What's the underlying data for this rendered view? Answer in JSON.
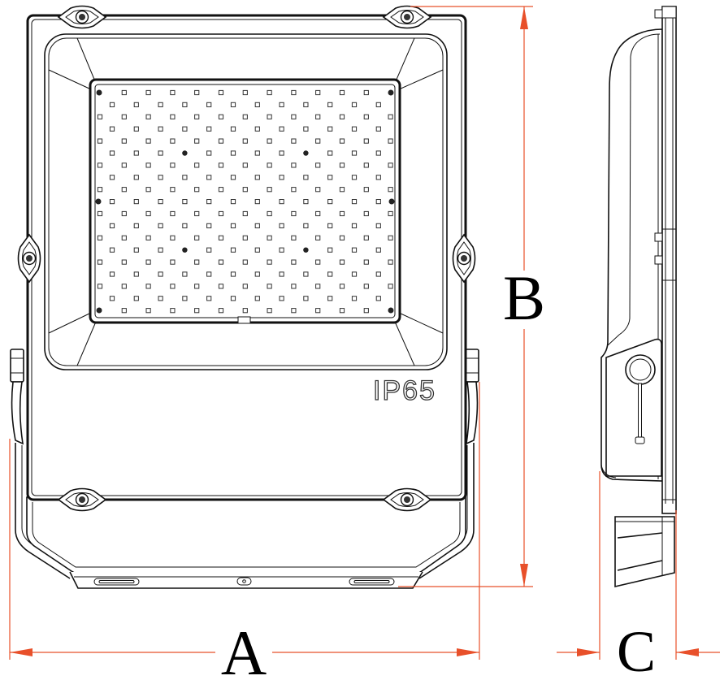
{
  "diagram": {
    "ip_rating": "IP65",
    "dimensions": {
      "width_label": "A",
      "height_label": "B",
      "depth_label": "C"
    }
  },
  "colors": {
    "dimension_line": "#e8502a",
    "outline": "#111111",
    "background": "#ffffff"
  }
}
